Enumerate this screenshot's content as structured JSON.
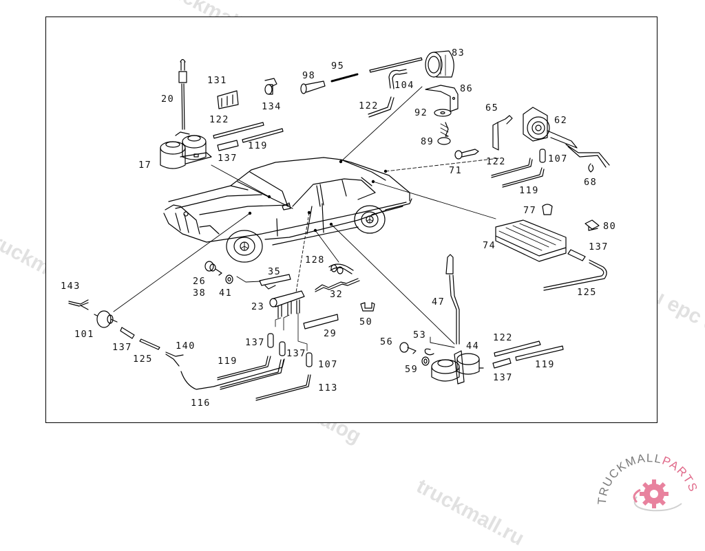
{
  "diagram": {
    "subject": "Vacuum central locking system – vehicle overview with actuators and hoses",
    "line_color": "#000000",
    "background": "#ffffff",
    "callouts": [
      {
        "id": "20",
        "label": "20"
      },
      {
        "id": "131",
        "label": "131"
      },
      {
        "id": "134",
        "label": "134"
      },
      {
        "id": "98",
        "label": "98"
      },
      {
        "id": "95",
        "label": "95"
      },
      {
        "id": "83",
        "label": "83"
      },
      {
        "id": "104",
        "label": "104"
      },
      {
        "id": "86",
        "label": "86"
      },
      {
        "id": "122a",
        "label": "122"
      },
      {
        "id": "122b",
        "label": "122"
      },
      {
        "id": "92",
        "label": "92"
      },
      {
        "id": "65",
        "label": "65"
      },
      {
        "id": "62",
        "label": "62"
      },
      {
        "id": "119a",
        "label": "119"
      },
      {
        "id": "17",
        "label": "17"
      },
      {
        "id": "137a",
        "label": "137"
      },
      {
        "id": "89",
        "label": "89"
      },
      {
        "id": "71",
        "label": "71"
      },
      {
        "id": "122c",
        "label": "122"
      },
      {
        "id": "107a",
        "label": "107"
      },
      {
        "id": "119b",
        "label": "119"
      },
      {
        "id": "68",
        "label": "68"
      },
      {
        "id": "77",
        "label": "77"
      },
      {
        "id": "80",
        "label": "80"
      },
      {
        "id": "74",
        "label": "74"
      },
      {
        "id": "137b",
        "label": "137"
      },
      {
        "id": "125a",
        "label": "125"
      },
      {
        "id": "143",
        "label": "143"
      },
      {
        "id": "26",
        "label": "26"
      },
      {
        "id": "38",
        "label": "38"
      },
      {
        "id": "41",
        "label": "41"
      },
      {
        "id": "35",
        "label": "35"
      },
      {
        "id": "128",
        "label": "128"
      },
      {
        "id": "32",
        "label": "32"
      },
      {
        "id": "23",
        "label": "23"
      },
      {
        "id": "47",
        "label": "47"
      },
      {
        "id": "101",
        "label": "101"
      },
      {
        "id": "50",
        "label": "50"
      },
      {
        "id": "29",
        "label": "29"
      },
      {
        "id": "137c",
        "label": "137"
      },
      {
        "id": "140",
        "label": "140"
      },
      {
        "id": "125b",
        "label": "125"
      },
      {
        "id": "137d",
        "label": "137"
      },
      {
        "id": "119c",
        "label": "119"
      },
      {
        "id": "137e",
        "label": "137"
      },
      {
        "id": "107b",
        "label": "107"
      },
      {
        "id": "113",
        "label": "113"
      },
      {
        "id": "116",
        "label": "116"
      },
      {
        "id": "56",
        "label": "56"
      },
      {
        "id": "53",
        "label": "53"
      },
      {
        "id": "44",
        "label": "44"
      },
      {
        "id": "122d",
        "label": "122"
      },
      {
        "id": "119d",
        "label": "119"
      },
      {
        "id": "59",
        "label": "59"
      },
      {
        "id": "137f",
        "label": "137"
      }
    ]
  },
  "watermarks": {
    "text1": "truckmall.ru epc catalog",
    "text2": "epc catalog",
    "text3": "truckmall.ru",
    "color": "#c8c8c8"
  },
  "logo": {
    "text_main": "TRUCKMALL",
    "text_accent": "PARTS",
    "main_color": "#7a7a7a",
    "accent_color": "#e06a8a"
  }
}
